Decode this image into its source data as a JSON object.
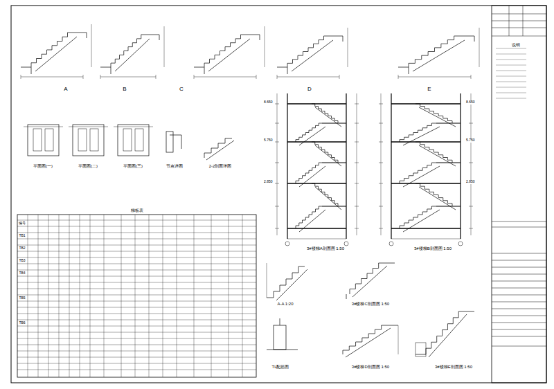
{
  "diagram": {
    "labels": [
      "A",
      "B",
      "C",
      "D",
      "E",
      "平面图(一)",
      "平面图(二)",
      "平面图(三)",
      "节点详图",
      "2-2剖面详图",
      "梯板表",
      "3#楼梯A剖面图 1:50",
      "3#楼梯B剖面图 1:50",
      "A-A 1:20",
      "3#楼梯C剖面图 1:50",
      "TL配筋图",
      "3#楼梯D剖面图 1:50",
      "3#楼梯E剖面图 1:50",
      "说明",
      "2.850",
      "5.750",
      "8.650",
      "2.850",
      "5.750",
      "8.650",
      "编号",
      "TB1",
      "TB2",
      "TB3",
      "TB4",
      "TB5",
      "TB6"
    ]
  }
}
